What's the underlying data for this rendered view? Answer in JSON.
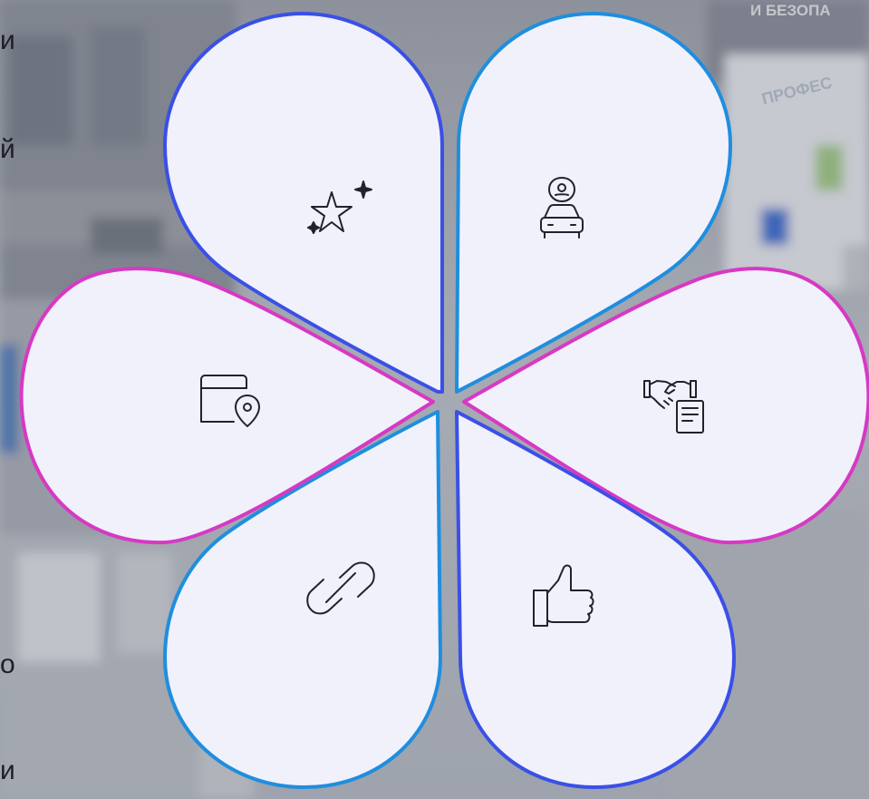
{
  "background": {
    "edge_letters": [
      "и",
      "й",
      "о",
      "и"
    ],
    "sign_text_top": "И БЕЗОПА",
    "sign_text_curved": "ПРОФЕС"
  },
  "colors": {
    "petal_fill": "#f1f1fc",
    "blue": "#3a50e6",
    "cyan": "#1f8ede",
    "magenta": "#d639c4",
    "icon_stroke": "#22222e"
  },
  "petals": [
    {
      "name": "petal-top-left",
      "border": "blue",
      "icon": "sparkle-stars-icon"
    },
    {
      "name": "petal-top-right",
      "border": "cyan",
      "icon": "car-location-pin-icon"
    },
    {
      "name": "petal-right",
      "border": "magenta",
      "icon": "handshake-document-icon"
    },
    {
      "name": "petal-bottom-right",
      "border": "blue",
      "icon": "thumbs-up-icon"
    },
    {
      "name": "petal-bottom-left",
      "border": "cyan",
      "icon": "chain-link-icon"
    },
    {
      "name": "petal-left",
      "border": "magenta",
      "icon": "calendar-location-icon"
    }
  ]
}
